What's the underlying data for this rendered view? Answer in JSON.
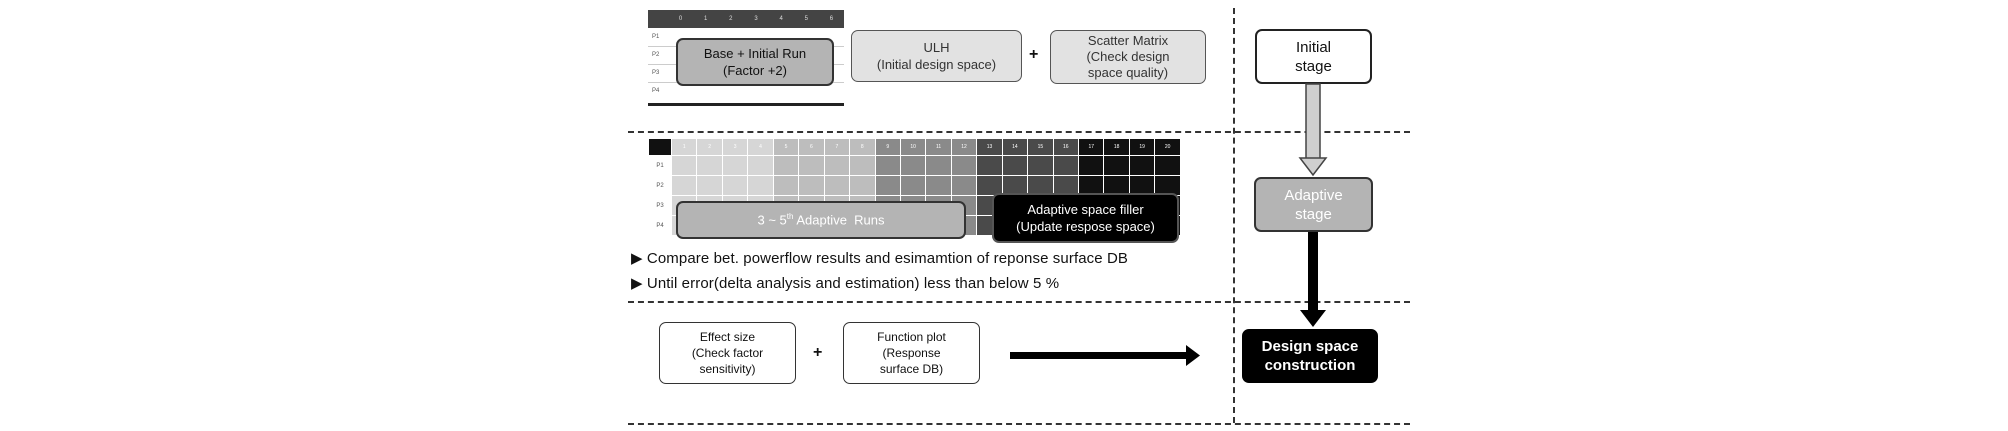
{
  "top": {
    "grid_cols": [
      "0",
      "1",
      "2",
      "3",
      "4",
      "5",
      "6"
    ],
    "grid_rows": [
      "P1",
      "P2",
      "P3",
      "P4"
    ],
    "base_run": [
      "Base + Initial Run",
      "(Factor +2)"
    ],
    "ulh": [
      "ULH",
      "(Initial design space)"
    ],
    "scatter": [
      "Scatter Matrix",
      "(Check design",
      "space quality)"
    ],
    "plus": "+"
  },
  "middle": {
    "grid_cols": [
      "1",
      "2",
      "3",
      "4",
      "5",
      "6",
      "7",
      "8",
      "9",
      "10",
      "11",
      "12",
      "13",
      "14",
      "15",
      "16",
      "17",
      "18",
      "19",
      "20"
    ],
    "grid_rows": [
      "P1",
      "P2",
      "P3",
      "P4"
    ],
    "adaptive_runs": {
      "prefix": "3 ~ 5",
      "sup": "th",
      "suffix": " Adaptive  Runs"
    },
    "filler": [
      "Adaptive space filler",
      "(Update respose space)"
    ],
    "bullets": [
      "Compare bet. powerflow results and esimamtion of reponse surface DB",
      "Until error(delta analysis and estimation) less than below 5 %"
    ]
  },
  "bottom": {
    "effect": [
      "Effect size",
      "(Check factor",
      "sensitivity)"
    ],
    "function": [
      "Function plot",
      "(Response",
      "surface DB)"
    ],
    "plus": "+"
  },
  "stages": {
    "initial": [
      "Initial",
      "stage"
    ],
    "adaptive": [
      "Adaptive",
      "stage"
    ],
    "construction": [
      "Design space",
      "construction"
    ]
  },
  "colors": {
    "grid_header_dark": "#3a3a3a",
    "box_gray": "#b4b4b4",
    "box_light": "#e2e2e2",
    "box_black": "#000000"
  }
}
